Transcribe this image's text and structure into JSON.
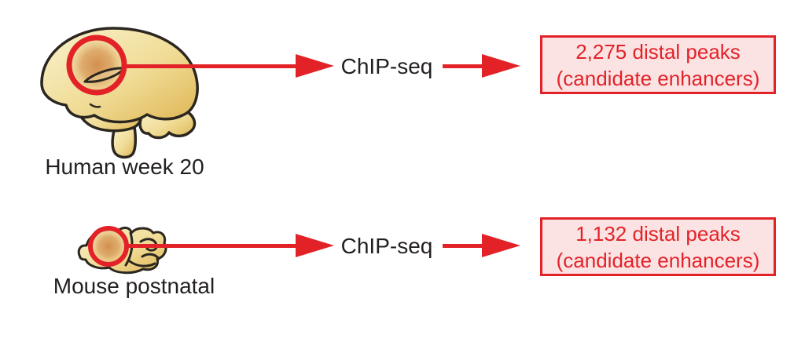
{
  "figure": {
    "description_method": "ChIP-seq",
    "colors": {
      "accent_red": "#e32228",
      "result_box_fill": "#fbe3e4",
      "text_dark": "#231f20",
      "brain_light": "#f9f2cd",
      "brain_gold": "#dfb553",
      "brain_outline": "#2b2720",
      "highlight_orange": "#d18a49"
    }
  },
  "rows": [
    {
      "id": "human",
      "label": "Human week 20",
      "method": "ChIP-seq",
      "result_line1": "2,275 distal peaks",
      "result_line2": "(candidate enhancers)"
    },
    {
      "id": "mouse",
      "label": "Mouse postnatal",
      "method": "ChIP-seq",
      "result_line1": "1,132 distal peaks",
      "result_line2": "(candidate enhancers)"
    }
  ]
}
